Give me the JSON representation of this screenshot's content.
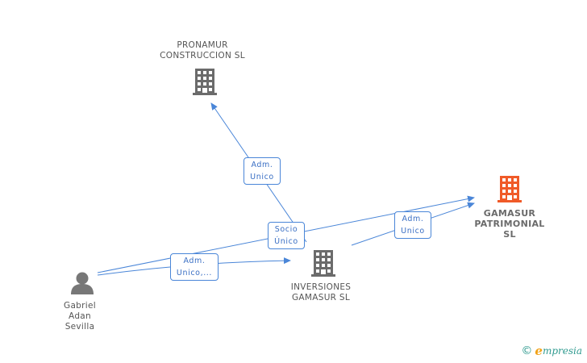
{
  "nodes": {
    "pronamur": {
      "label": "PRONAMUR\nCONSTRUCCION SL",
      "type": "company"
    },
    "gamasur_patrimonial": {
      "label": "GAMASUR\nPATRIMONIAL\nSL",
      "type": "company-focus"
    },
    "inversiones": {
      "label": "INVERSIONES\nGAMASUR  SL",
      "type": "company"
    },
    "gabriel": {
      "label": "Gabriel\nAdan\nSevilla",
      "type": "person"
    }
  },
  "edges": [
    {
      "from": "inversiones",
      "to": "pronamur",
      "label": "Adm.\nUnico"
    },
    {
      "from": "gabriel",
      "to": "gamasur_patrimonial",
      "label": "Socio\nÚnico"
    },
    {
      "from": "inversiones",
      "to": "gamasur_patrimonial",
      "label": "Adm.\nUnico"
    },
    {
      "from": "gabriel",
      "to": "inversiones",
      "label": "Adm.\nUnico,..."
    }
  ],
  "colors": {
    "edge": "#4a86d8",
    "company_icon": "#6b6b6b",
    "focus_icon": "#f05a28",
    "person_icon": "#777777"
  },
  "brand": {
    "copyright": "©",
    "initial": "e",
    "rest": "mpresia"
  }
}
